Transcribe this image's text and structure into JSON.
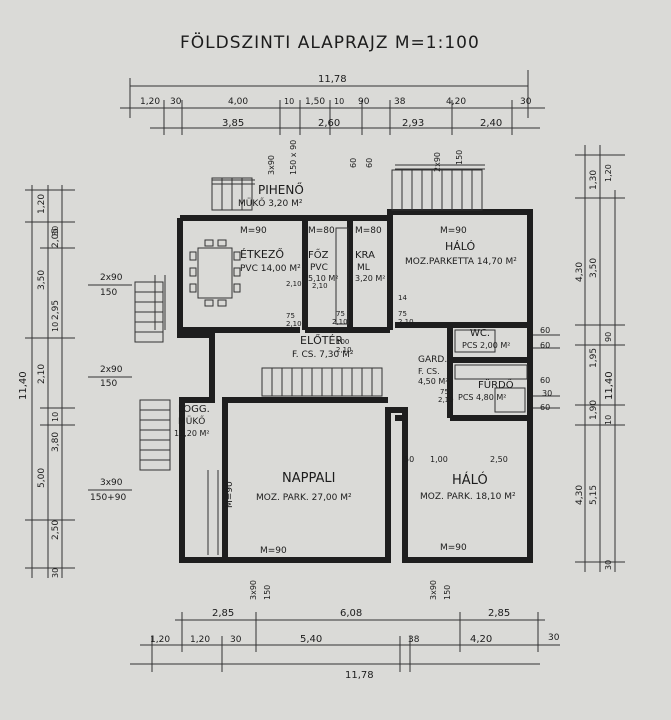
{
  "title": "FÖLDSZINTI ALAPRAJZ   M=1:100",
  "rooms": {
    "piheno": {
      "name": "PIHENŐ",
      "sub": "MÜKŐ 3,20 M²"
    },
    "etkezo": {
      "name": "ÉTKEZŐ",
      "sub": "PVC 14,00 M²",
      "door": "M=90"
    },
    "fozo": {
      "name": "FŐZ",
      "sub1": "PVC",
      "sub2": "5,10 M²",
      "door": "M=80"
    },
    "kamra": {
      "name": "KRA",
      "sub1": "ML",
      "sub2": "3,20 M²",
      "door": "M=80"
    },
    "halo1": {
      "name": "HÁLÓ",
      "sub": "MOZ.PARKETTA 14,70 M²",
      "door": "M=90"
    },
    "eloter": {
      "name": "ELŐTÉR",
      "sub": "F. CS. 7,30 M²"
    },
    "wc": {
      "name": "WC.",
      "sub": "PCS 2,00 M²"
    },
    "gard": {
      "name": "GARD.",
      "sub1": "F. CS.",
      "sub2": "4,50 M²"
    },
    "furdo": {
      "name": "FÜRDŐ",
      "sub": "PCS 4,80 M²"
    },
    "logg": {
      "name": "LOGG.",
      "sub1": "MÜKŐ",
      "sub2": "11,20 M²"
    },
    "nappali": {
      "name": "NAPPALI",
      "sub": "MOZ. PARK. 27,00 M²",
      "door": "M=90",
      "side": "M=90"
    },
    "halo2": {
      "name": "HÁLÓ",
      "sub": "MOZ. PARK. 18,10 M²",
      "door": "M=90"
    }
  },
  "dims_top": {
    "total": "11,78",
    "row1": [
      "1,20",
      "30",
      "4,00",
      "10",
      "1,50",
      "10",
      "90",
      "38",
      "4,20",
      "30"
    ],
    "row2": [
      "3,85",
      "2,60",
      "2,93",
      "2,40"
    ]
  },
  "dims_bottom": {
    "row1": [
      "2,85",
      "6,08",
      "2,85"
    ],
    "row2": [
      "1,20",
      "1,20",
      "30",
      "5,40",
      "38",
      "4,20",
      "30"
    ],
    "total": "11,78"
  },
  "dims_left": {
    "total": "11,40",
    "outer": [
      "1,20",
      "3,50",
      "2,10",
      "5,00"
    ],
    "inner": [
      "2,05",
      "2,95",
      "3,80",
      "2,50"
    ],
    "small": [
      "30",
      "10",
      "10",
      "30"
    ],
    "windows": [
      "2x90",
      "150",
      "2x90",
      "150",
      "3x90",
      "150+90"
    ]
  },
  "dims_right": {
    "total": "11,40",
    "outer": [
      "1,30",
      "3,50",
      "1,95",
      "1,90",
      "5,15"
    ],
    "inner": [
      "4,30",
      "4,30"
    ],
    "small": [
      "1,20",
      "60",
      "90",
      "60",
      "30",
      "10",
      "30"
    ]
  },
  "upper_labels": [
    "3x90",
    "150 x 90",
    "60",
    "60",
    "2x90",
    "150"
  ],
  "lower_labels": [
    "3x90",
    "150",
    "3x90",
    "150"
  ],
  "small_texts": [
    "2,10",
    "75",
    "2,10",
    "2,10",
    "100",
    "2,10",
    "75",
    "2,10",
    "14",
    "75",
    "2,10",
    "75",
    "2,10",
    "60",
    "60",
    "50",
    "1,00",
    "2,50"
  ]
}
